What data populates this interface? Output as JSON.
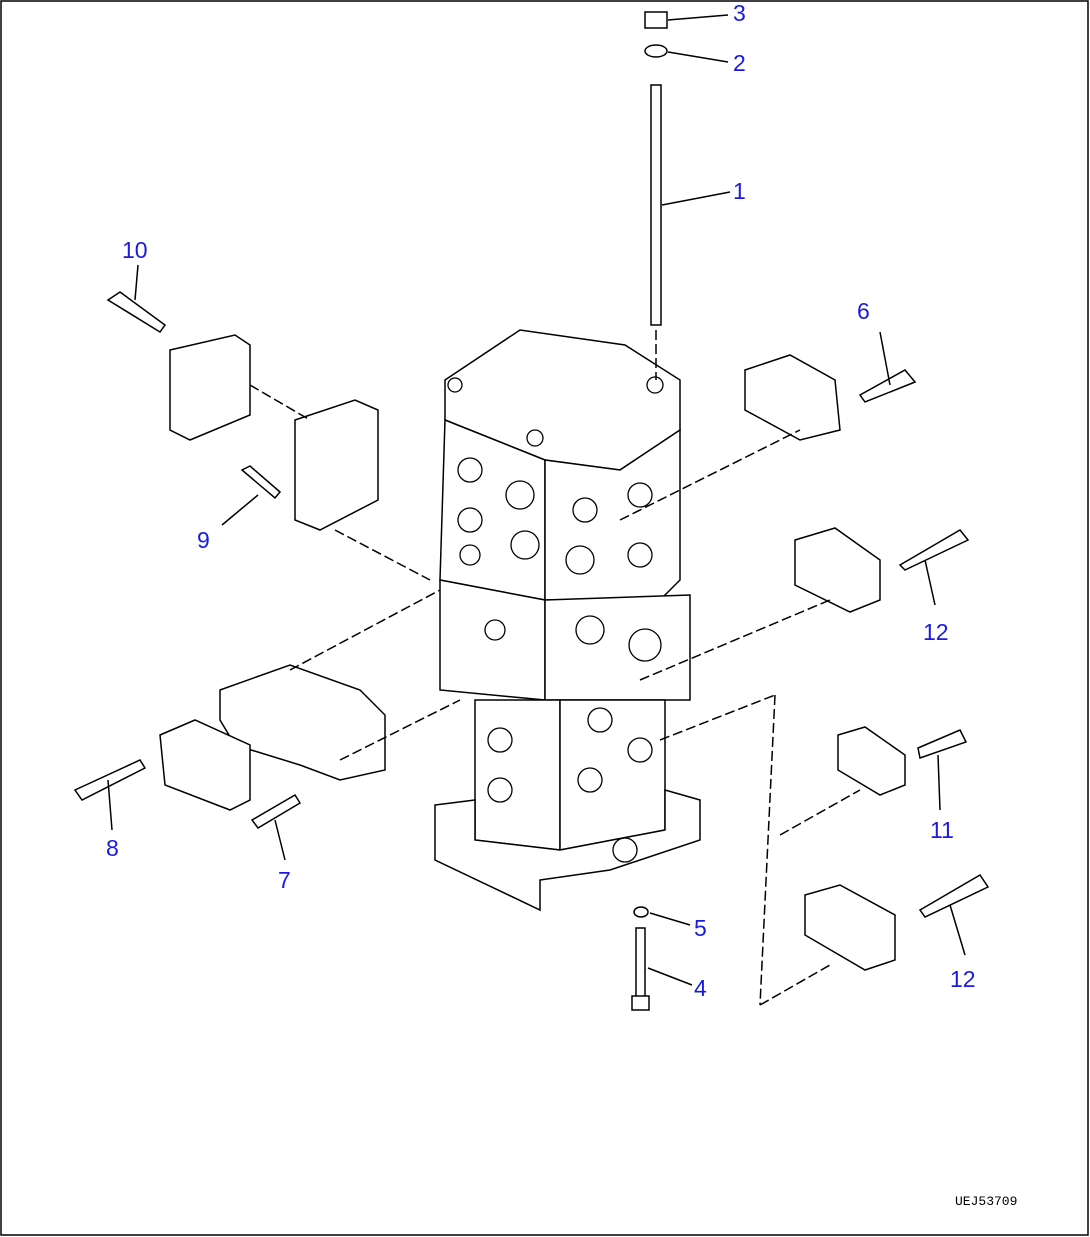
{
  "diagram": {
    "callouts": [
      "1",
      "2",
      "3",
      "4",
      "5",
      "6",
      "7",
      "8",
      "9",
      "10",
      "11",
      "12",
      "12"
    ],
    "figure_code": "UEJ53709"
  },
  "colors": {
    "callout": "#1a1ae0",
    "line": "#000000"
  }
}
